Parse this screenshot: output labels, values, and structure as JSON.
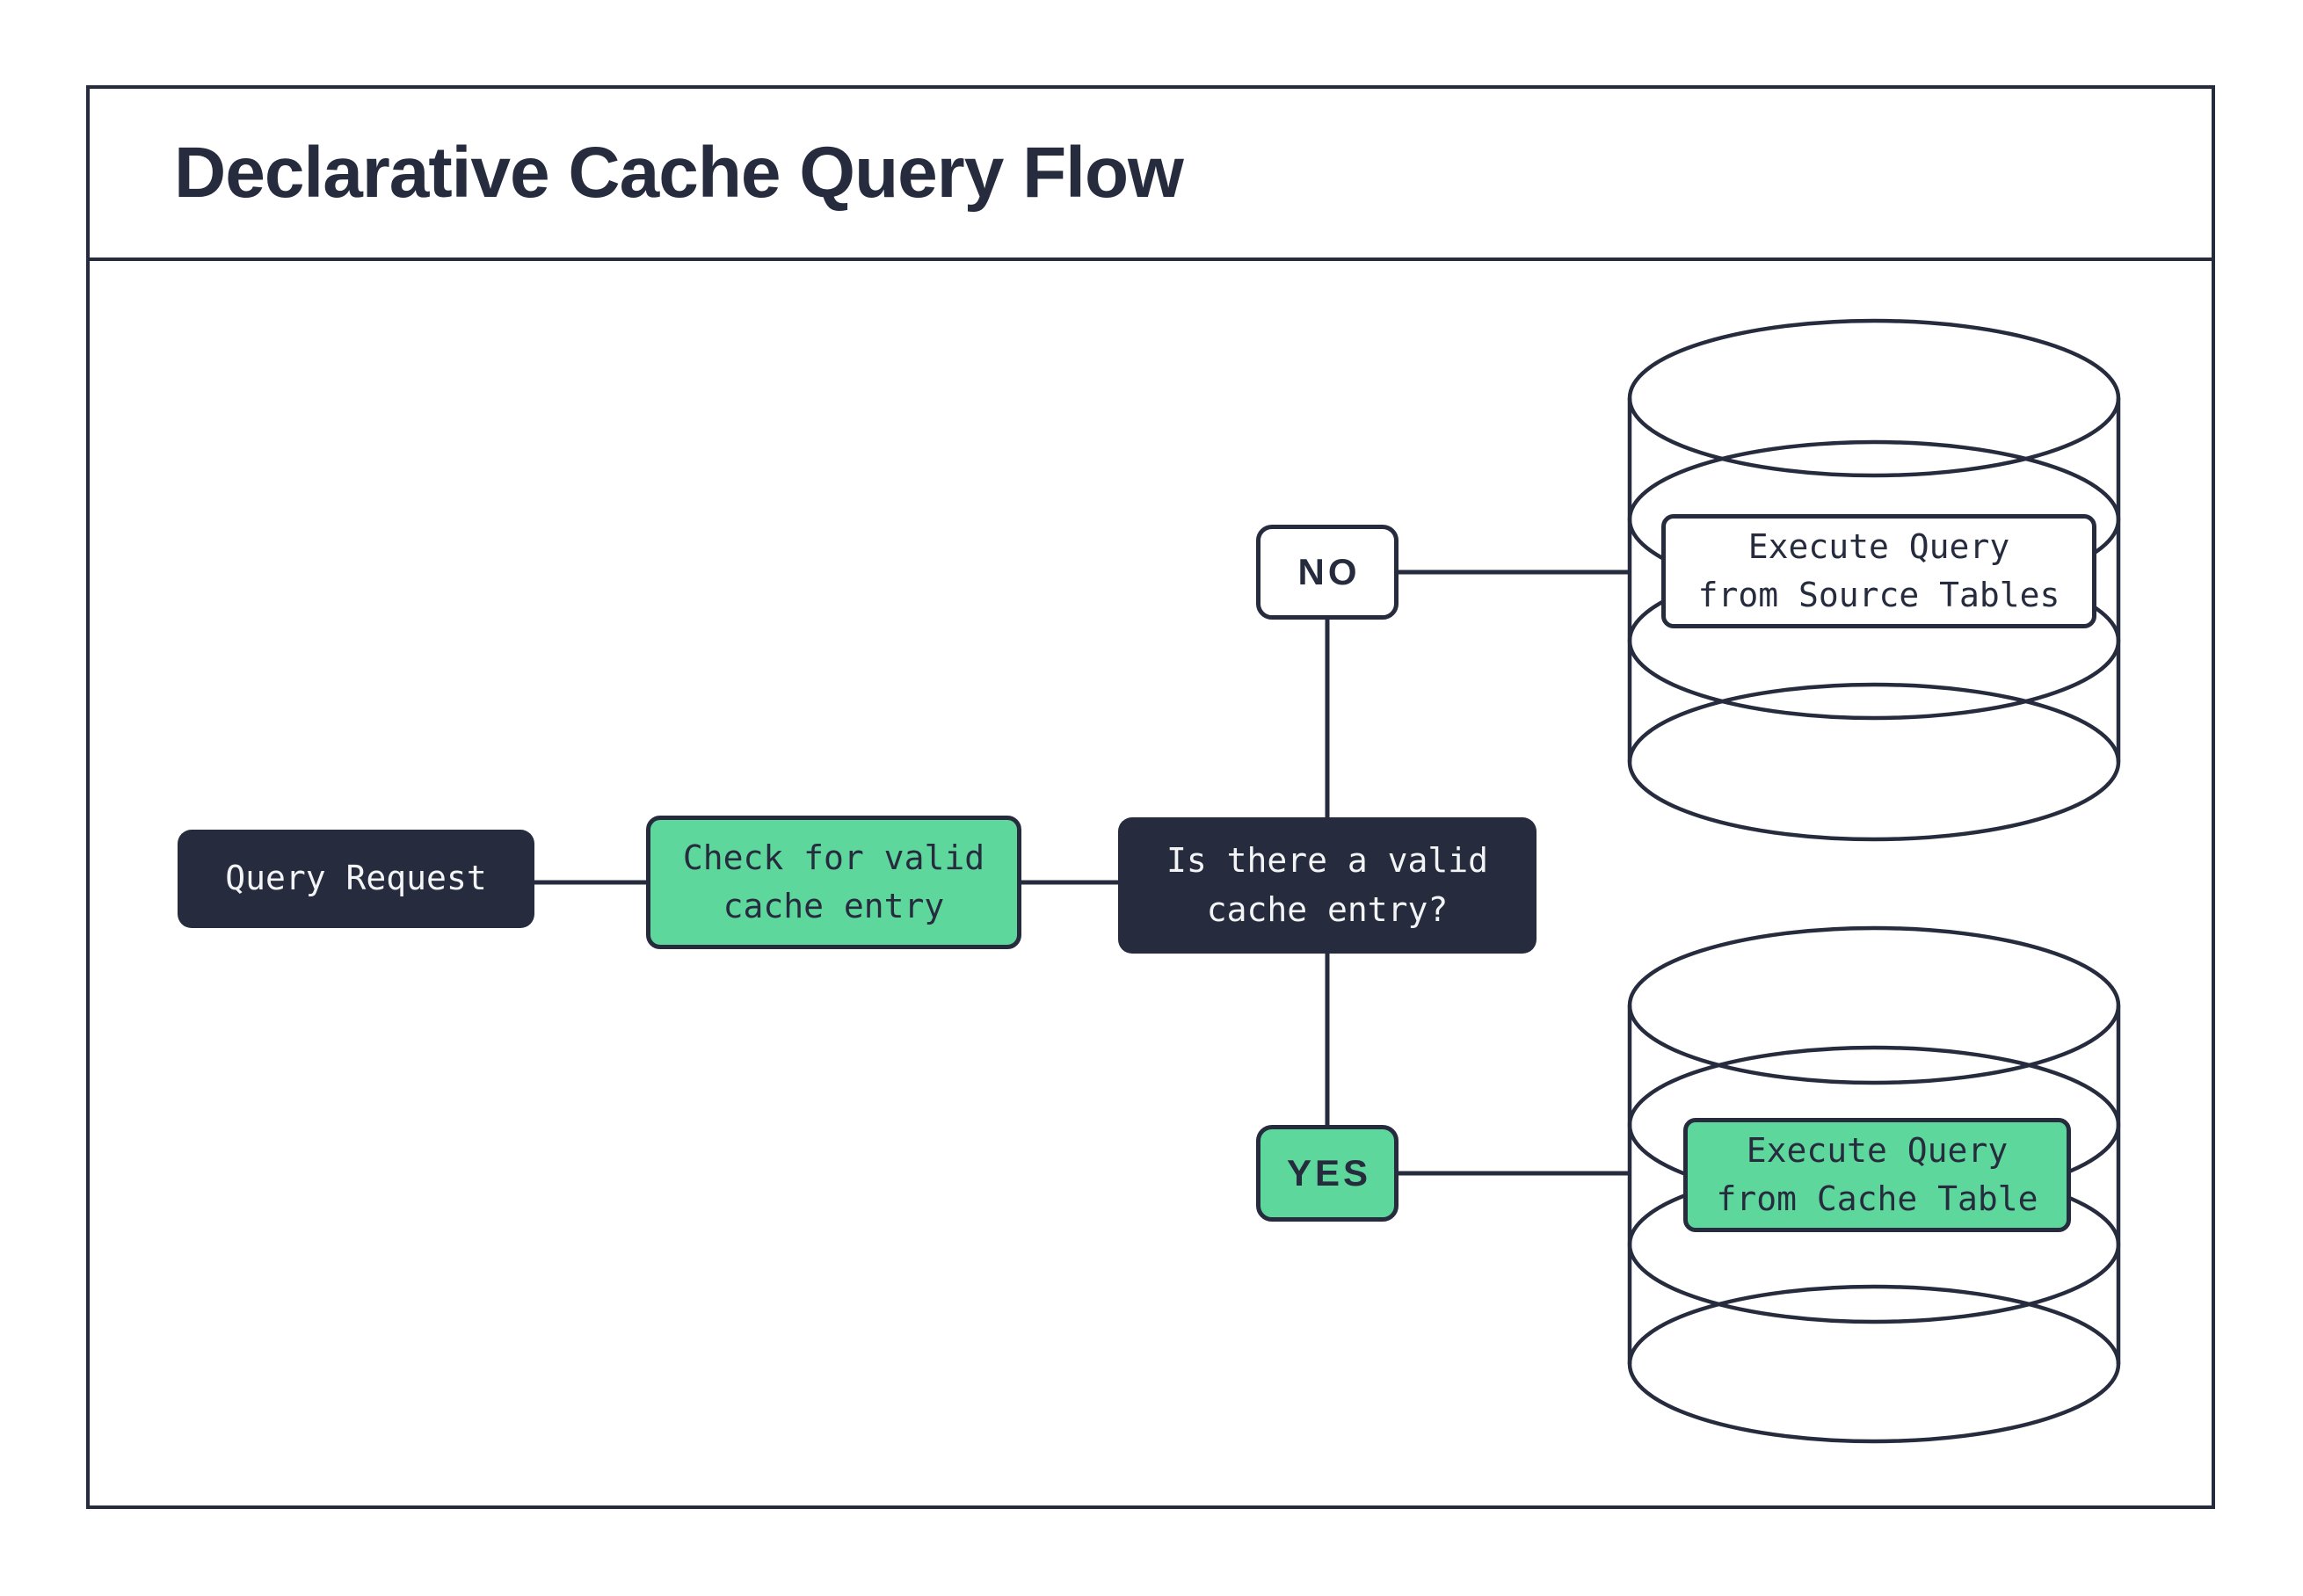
{
  "title": "Declarative Cache Query Flow",
  "colors": {
    "dark": "#262c3e",
    "green": "#5ed79c",
    "light": "#f3f4f6",
    "bg": "#ffffff"
  },
  "flow": {
    "query_request": "Query Request",
    "check_cache": "Check for valid\ncache entry",
    "decision": "Is there a valid\ncache entry?",
    "no_label": "NO",
    "yes_label": "YES",
    "source_db": "Execute Query\nfrom Source Tables",
    "cache_db": "Execute Query\nfrom Cache Table"
  },
  "icons": {
    "source_db_icon": "database-cylinder",
    "cache_db_icon": "database-cylinder"
  }
}
